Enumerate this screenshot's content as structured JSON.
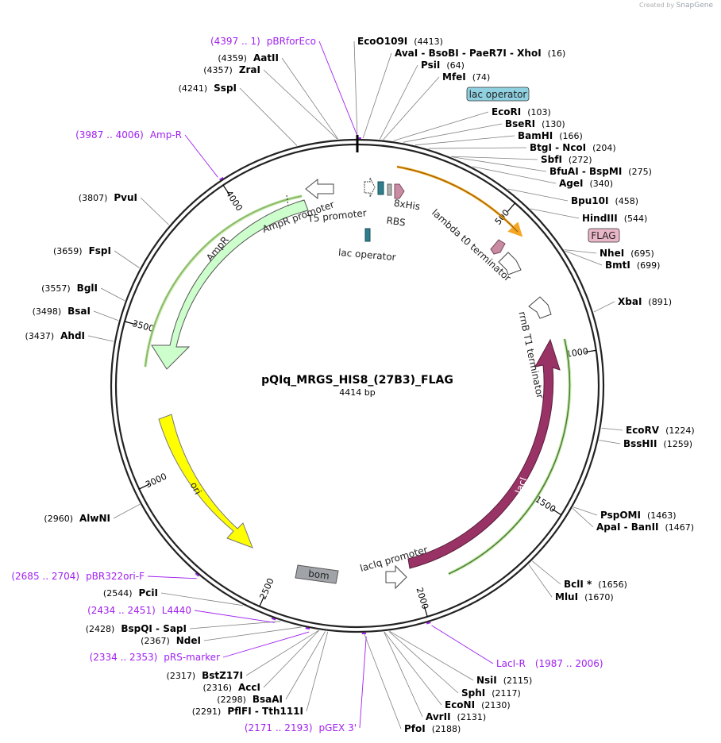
{
  "credit": {
    "prefix": "Created by",
    "brand": "SnapGene"
  },
  "plasmid": {
    "name": "pQIq_MRGS_HIS8_(27B3)_FLAG",
    "size_label": "4414 bp",
    "length": 4414
  },
  "ticks": [
    {
      "pos": 500,
      "label": "500"
    },
    {
      "pos": 1000,
      "label": "1000"
    },
    {
      "pos": 1500,
      "label": "1500"
    },
    {
      "pos": 2000,
      "label": "2000"
    },
    {
      "pos": 2500,
      "label": "2500"
    },
    {
      "pos": 3000,
      "label": "3000"
    },
    {
      "pos": 3500,
      "label": "3500"
    },
    {
      "pos": 4000,
      "label": "4000"
    }
  ],
  "sites": [
    {
      "name": "EcoO109I",
      "pos": "(4413)",
      "side": "R"
    },
    {
      "name": "AvaI - BsoBI - PaeR7I - XhoI",
      "pos": "(16)",
      "side": "R"
    },
    {
      "name": "PsiI",
      "pos": "(64)",
      "side": "R"
    },
    {
      "name": "MfeI",
      "pos": "(74)",
      "side": "R"
    },
    {
      "name": "EcoRI",
      "pos": "(103)",
      "side": "R"
    },
    {
      "name": "BseRI",
      "pos": "(130)",
      "side": "R"
    },
    {
      "name": "BamHI",
      "pos": "(166)",
      "side": "R"
    },
    {
      "name": "BtgI - NcoI",
      "pos": "(204)",
      "side": "R"
    },
    {
      "name": "SbfI",
      "pos": "(272)",
      "side": "R"
    },
    {
      "name": "BfuAI - BspMI",
      "pos": "(275)",
      "side": "R"
    },
    {
      "name": "AgeI",
      "pos": "(340)",
      "side": "R"
    },
    {
      "name": "Bpu10I",
      "pos": "(458)",
      "side": "R"
    },
    {
      "name": "HindIII",
      "pos": "(544)",
      "side": "R"
    },
    {
      "name": "NheI",
      "pos": "(695)",
      "side": "R"
    },
    {
      "name": "BmtI",
      "pos": "(699)",
      "side": "R"
    },
    {
      "name": "XbaI",
      "pos": "(891)",
      "side": "R"
    },
    {
      "name": "EcoRV",
      "pos": "(1224)",
      "side": "R"
    },
    {
      "name": "BssHII",
      "pos": "(1259)",
      "side": "R"
    },
    {
      "name": "PspOMI",
      "pos": "(1463)",
      "side": "R"
    },
    {
      "name": "ApaI - BanII",
      "pos": "(1467)",
      "side": "R"
    },
    {
      "name": "BclI *",
      "pos": "(1656)",
      "side": "R"
    },
    {
      "name": "MluI",
      "pos": "(1670)",
      "side": "R"
    },
    {
      "name": "NsiI",
      "pos": "(2115)",
      "side": "R"
    },
    {
      "name": "SphI",
      "pos": "(2117)",
      "side": "R"
    },
    {
      "name": "EcoNI",
      "pos": "(2130)",
      "side": "R"
    },
    {
      "name": "AvrII",
      "pos": "(2131)",
      "side": "R"
    },
    {
      "name": "PfoI",
      "pos": "(2188)",
      "side": "R"
    },
    {
      "name": "AatII",
      "pos": "(4359)",
      "side": "L"
    },
    {
      "name": "ZraI",
      "pos": "(4357)",
      "side": "L"
    },
    {
      "name": "SspI",
      "pos": "(4241)",
      "side": "L"
    },
    {
      "name": "PvuI",
      "pos": "(3807)",
      "side": "L"
    },
    {
      "name": "FspI",
      "pos": "(3659)",
      "side": "L"
    },
    {
      "name": "BglI",
      "pos": "(3557)",
      "side": "L"
    },
    {
      "name": "BsaI",
      "pos": "(3498)",
      "side": "L"
    },
    {
      "name": "AhdI",
      "pos": "(3437)",
      "side": "L"
    },
    {
      "name": "AlwNI",
      "pos": "(2960)",
      "side": "L"
    },
    {
      "name": "PciI",
      "pos": "(2544)",
      "side": "L"
    },
    {
      "name": "BspQI - SapI",
      "pos": "(2428)",
      "side": "L"
    },
    {
      "name": "NdeI",
      "pos": "(2367)",
      "side": "L"
    },
    {
      "name": "BstZ17I",
      "pos": "(2317)",
      "side": "L"
    },
    {
      "name": "AccI",
      "pos": "(2316)",
      "side": "L"
    },
    {
      "name": "BsaAI",
      "pos": "(2298)",
      "side": "L"
    },
    {
      "name": "PflFI - Tth111I",
      "pos": "(2291)",
      "side": "L"
    }
  ],
  "primers": [
    {
      "range": "(4397 .. 1)",
      "name": "pBRforEco"
    },
    {
      "range": "(3987 .. 4006)",
      "name": "Amp-R"
    },
    {
      "range": "(2685 .. 2704)",
      "name": "pBR322ori-F"
    },
    {
      "range": "(2434 .. 2451)",
      "name": "L4440"
    },
    {
      "range": "(2334 .. 2353)",
      "name": "pRS-marker"
    },
    {
      "range": "(2171 .. 2193)",
      "name": "pGEX 3'"
    },
    {
      "name": "LacI-R",
      "range": "(1987 .. 2006)"
    }
  ],
  "features": [
    {
      "name": "lac operator",
      "kind": "boxed",
      "color": "#8fd1e0"
    },
    {
      "name": "FLAG",
      "kind": "boxed",
      "color": "#e9b6c8"
    },
    {
      "name": "bom",
      "kind": "boxed",
      "color": "#a0a4a8"
    },
    {
      "name": "AmpR promoter",
      "kind": "plain"
    },
    {
      "name": "T5 promoter",
      "kind": "plain"
    },
    {
      "name": "lac operator",
      "kind": "plain"
    },
    {
      "name": "8xHis",
      "kind": "plain"
    },
    {
      "name": "RBS",
      "kind": "plain"
    },
    {
      "name": "lambda t0 terminator",
      "kind": "plain"
    },
    {
      "name": "rrnB T1 terminator",
      "kind": "plain"
    },
    {
      "name": "AmpR",
      "kind": "plain"
    },
    {
      "name": "ori",
      "kind": "plain"
    },
    {
      "name": "lacI",
      "kind": "plain"
    },
    {
      "name": "lacIq promoter",
      "kind": "plain"
    }
  ],
  "colors": {
    "ampr_fill": "#ccffcc",
    "ampr_stroke": "#4a7a3a",
    "ori_fill": "#ffff00",
    "lacI_fill": "#993366",
    "orf_highlight": "#b5e48c",
    "his_orange": "#f5a623",
    "operator_teal": "#2f7e8c",
    "primer": "#a020f0"
  }
}
